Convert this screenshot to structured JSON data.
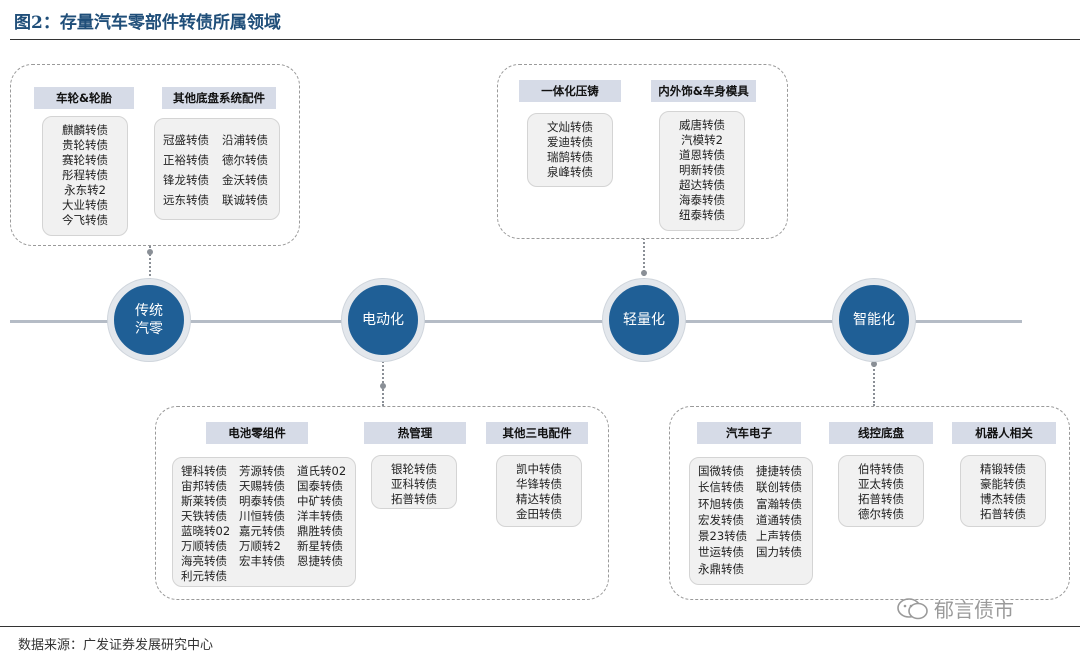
{
  "title": "图2：存量汽车零部件转债所属领域",
  "source": "数据来源：广发证券发展研究中心",
  "watermark": "郁言债市",
  "nodes": {
    "traditional": "传统\n汽零",
    "electric": "电动化",
    "lightweight": "轻量化",
    "intelligent": "智能化"
  },
  "traditional": {
    "wheels": {
      "label": "车轮&轮胎",
      "items": [
        "麒麟转债",
        "贵轮转债",
        "赛轮转债",
        "彤程转债",
        "永东转2",
        "大业转债",
        "今飞转债"
      ]
    },
    "chassis": {
      "label": "其他底盘系统配件",
      "items": [
        "冠盛转债",
        "沿浦转债",
        "正裕转债",
        "德尔转债",
        "锋龙转债",
        "金沃转债",
        "远东转债",
        "联诚转债"
      ]
    }
  },
  "lightweight": {
    "diecast": {
      "label": "一体化压铸",
      "items": [
        "文灿转债",
        "爱迪转债",
        "瑞鹄转债",
        "泉峰转债"
      ]
    },
    "trim": {
      "label": "内外饰&车身模具",
      "items": [
        "威唐转债",
        "汽模转2",
        "道恩转债",
        "明新转债",
        "超达转债",
        "海泰转债",
        "纽泰转债"
      ]
    }
  },
  "electric": {
    "battery": {
      "label": "电池零组件",
      "items": [
        "锂科转债",
        "芳源转债",
        "道氏转02",
        "宙邦转债",
        "天赐转债",
        "国泰转债",
        "斯莱转债",
        "明泰转债",
        "中矿转债",
        "天铁转债",
        "川恒转债",
        "洋丰转债",
        "蓝晓转02",
        "嘉元转债",
        "鼎胜转债",
        "万顺转债",
        "万顺转2",
        "新星转债",
        "海亮转债",
        "宏丰转债",
        "恩捷转债",
        "利元转债"
      ]
    },
    "thermal": {
      "label": "热管理",
      "items": [
        "银轮转债",
        "亚科转债",
        "拓普转债"
      ]
    },
    "other": {
      "label": "其他三电配件",
      "items": [
        "凯中转债",
        "华锋转债",
        "精达转债",
        "金田转债"
      ]
    }
  },
  "intelligent": {
    "electronics": {
      "label": "汽车电子",
      "items": [
        "国微转债",
        "捷捷转债",
        "长信转债",
        "联创转债",
        "环旭转债",
        "富瀚转债",
        "宏发转债",
        "道通转债",
        "景23转债",
        "上声转债",
        "世运转债",
        "国力转债",
        "永鼎转债"
      ]
    },
    "wirechassis": {
      "label": "线控底盘",
      "items": [
        "伯特转债",
        "亚太转债",
        "拓普转债",
        "德尔转债"
      ]
    },
    "robot": {
      "label": "机器人相关",
      "items": [
        "精锻转债",
        "豪能转债",
        "博杰转债",
        "拓普转债"
      ]
    }
  }
}
